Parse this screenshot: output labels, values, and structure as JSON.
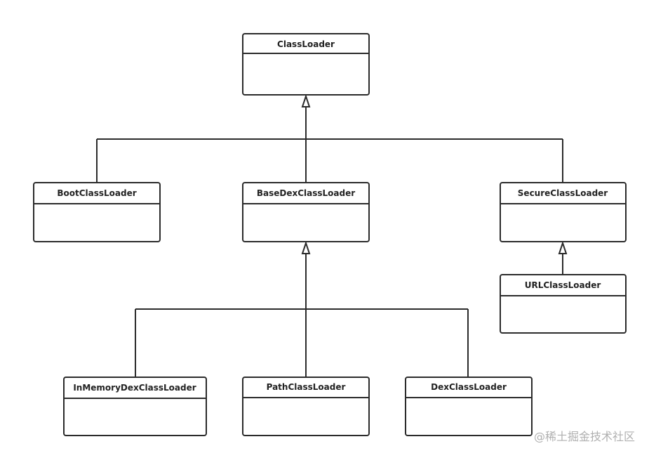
{
  "diagram": {
    "classes": {
      "classloader": "ClassLoader",
      "bootclassloader": "BootClassLoader",
      "basedexclassloader": "BaseDexClassLoader",
      "secureclassloader": "SecureClassLoader",
      "urlclassloader": "URLClassLoader",
      "inmemorydexclassloader": "InMemoryDexClassLoader",
      "pathclassloader": "PathClassLoader",
      "dexclassloader": "DexClassLoader"
    },
    "colors": {
      "stroke": "#2b2b2b",
      "fill": "#ffffff",
      "text": "#222222"
    }
  },
  "watermark": "@稀土掘金技术社区"
}
